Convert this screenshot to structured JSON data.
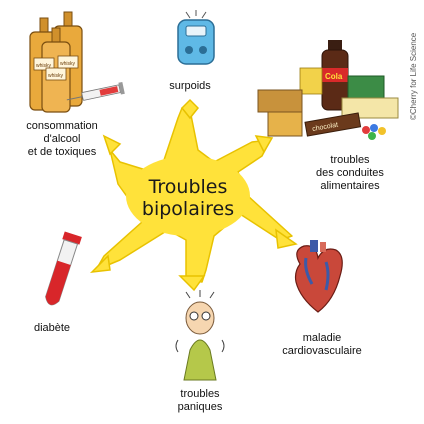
{
  "center": {
    "title_lines": [
      "Troubles",
      "bipolaires"
    ]
  },
  "nodes": {
    "surpoids": {
      "lines": [
        "surpoids"
      ],
      "icon": "scale-icon"
    },
    "alcool": {
      "lines": [
        "consommation",
        "d'alcool",
        "et de toxiques"
      ],
      "icon": "bottles-syringe-icon"
    },
    "alimentaires": {
      "lines": [
        "troubles",
        "des conduites",
        "alimentaires"
      ],
      "icon": "junk-food-icon"
    },
    "diabete": {
      "lines": [
        "diabète"
      ],
      "icon": "blood-tube-icon"
    },
    "paniques": {
      "lines": [
        "troubles",
        "paniques"
      ],
      "icon": "anxious-person-icon"
    },
    "cardio": {
      "lines": [
        "maladie",
        "cardiovasculaire"
      ],
      "icon": "heart-icon"
    }
  },
  "illustration_text": {
    "bottle_label": "whisky",
    "cola_label": "Cola",
    "chocolate_label": "chocolat"
  },
  "credit": "©Cherry for Life Science",
  "colors": {
    "burst": "#FFE23A",
    "burst_outline": "#E8C200",
    "bottle": "#E9A93C",
    "blood": "#D8262A",
    "heart": "#C9483A",
    "person_shirt": "#B5C84A"
  }
}
